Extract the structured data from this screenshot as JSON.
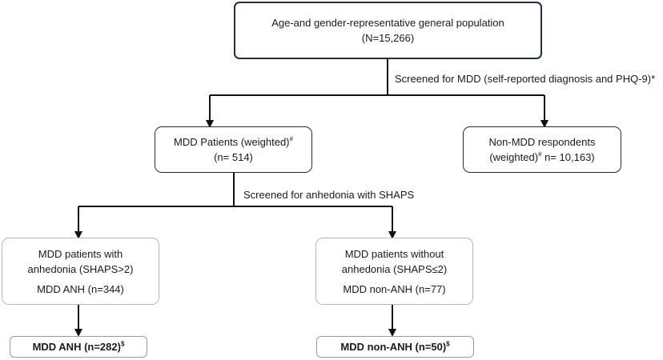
{
  "diagram": {
    "population": {
      "line1": "Age-and gender-representative general population",
      "line2": "(N=15,266)"
    },
    "screen_mdd_label": "Screened for MDD (self-reported diagnosis and PHQ-9)*",
    "mdd_patients": {
      "line1": "MDD Patients (weighted)",
      "line1_sup": "#",
      "line2": "(n= 514)"
    },
    "non_mdd": {
      "line1": "Non-MDD respondents",
      "line2_a": "(weighted)",
      "line2_sup": "#",
      "line2_b": " n= 10,163)"
    },
    "screen_anh_label": "Screened for anhedonia with SHAPS",
    "anh_box": {
      "line1": "MDD patients with",
      "line2": "anhedonia (SHAPS>2)",
      "line3": "MDD ANH (n=344)"
    },
    "non_anh_box": {
      "line1": "MDD patients without",
      "line2": "anhedonia (SHAPS≤2)",
      "line3": "MDD non-ANH (n=77)"
    },
    "anh_final": {
      "text": "MDD ANH (n=282)",
      "sup": "$"
    },
    "non_anh_final": {
      "text": "MDD non-ANH (n=50)",
      "sup": "$"
    }
  }
}
